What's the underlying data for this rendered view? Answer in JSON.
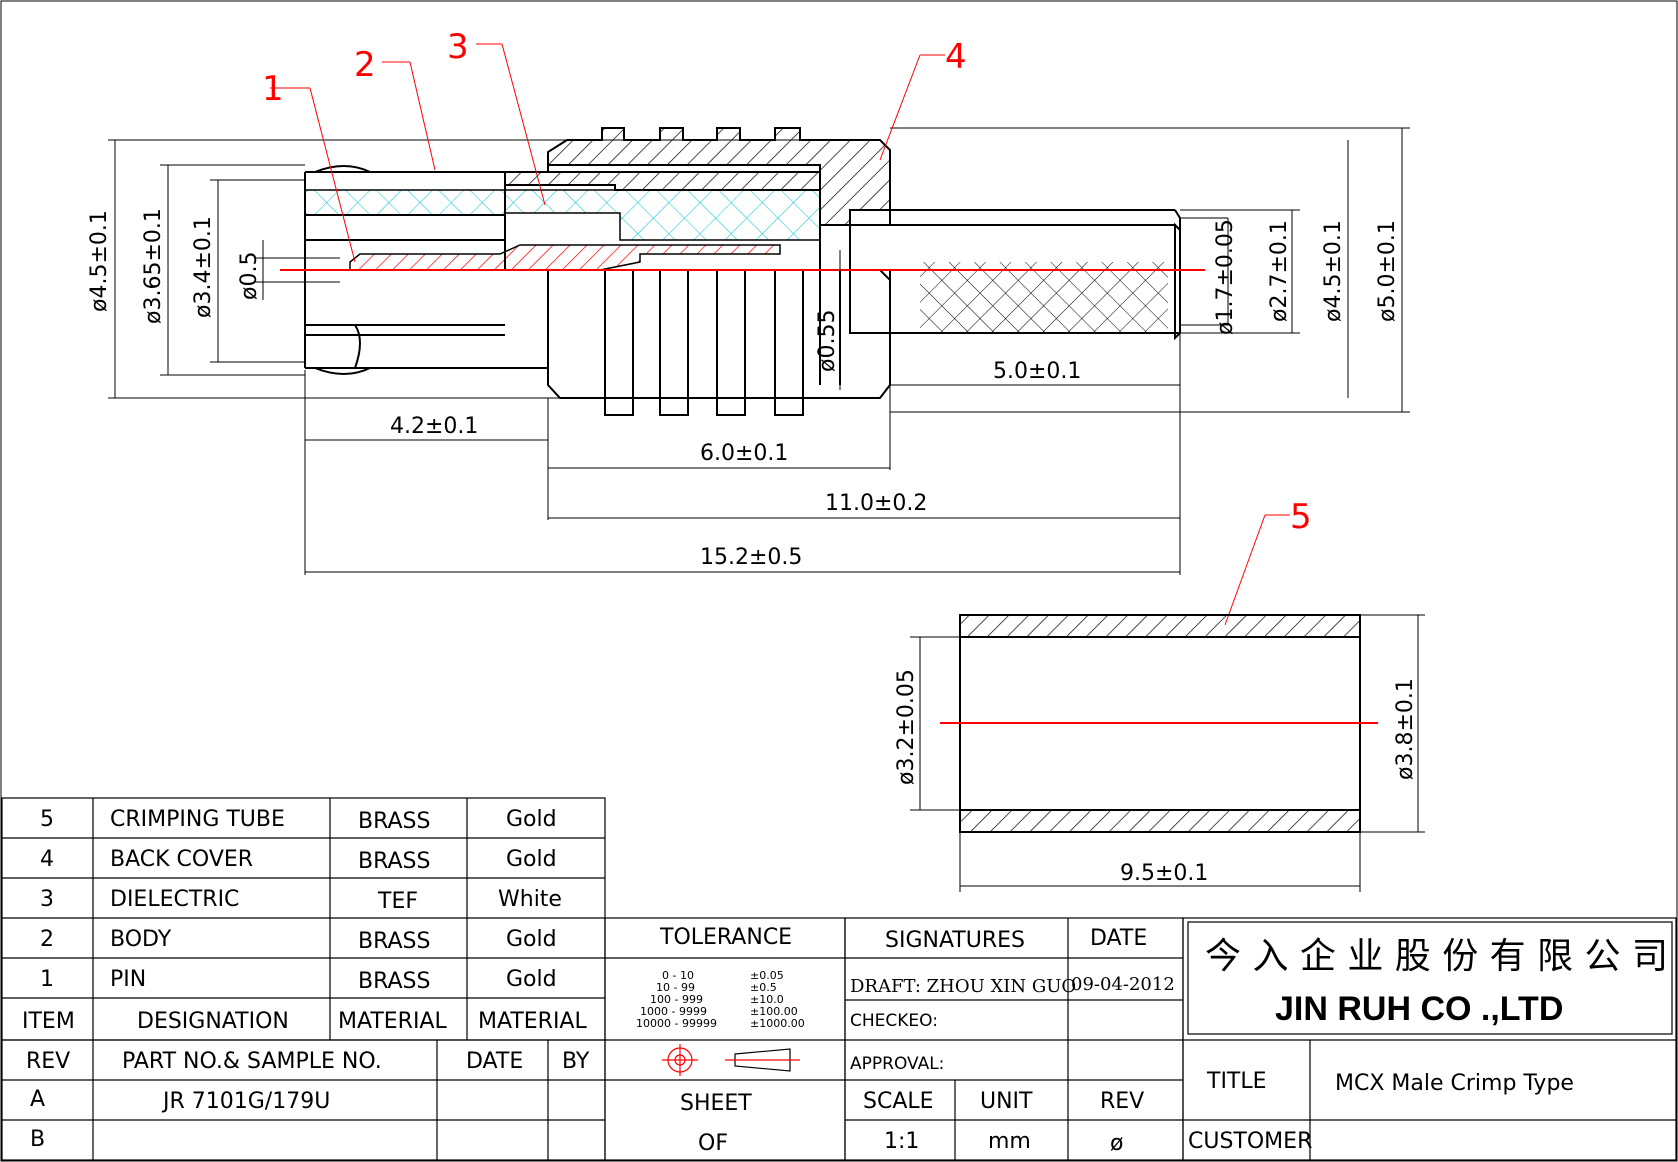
{
  "callouts": [
    "1",
    "2",
    "3",
    "4",
    "5"
  ],
  "dimensions": {
    "d45": "ø4.5±0.1",
    "d365": "ø3.65±0.1",
    "d34": "ø3.4±0.1",
    "d05": "ø0.5",
    "d055": "ø0.55",
    "d17": "ø1.7±0.05",
    "d27": "ø2.7±0.1",
    "d45r": "ø4.5±0.1",
    "d50": "ø5.0±0.1",
    "l50": "5.0±0.1",
    "l42": "4.2±0.1",
    "l60": "6.0±0.1",
    "l110": "11.0±0.2",
    "l152": "15.2±0.5",
    "d32": "ø3.2±0.05",
    "d38": "ø3.8±0.1",
    "l95": "9.5±0.1"
  },
  "bom": {
    "rows": [
      {
        "item": "5",
        "designation": "CRIMPING  TUBE",
        "material": "BRASS",
        "finish": "Gold"
      },
      {
        "item": "4",
        "designation": "BACK  COVER",
        "material": "BRASS",
        "finish": "Gold"
      },
      {
        "item": "3",
        "designation": "DIELECTRIC",
        "material": "TEF",
        "finish": "White"
      },
      {
        "item": "2",
        "designation": "BODY",
        "material": "BRASS",
        "finish": "Gold"
      },
      {
        "item": "1",
        "designation": "PIN",
        "material": "BRASS",
        "finish": "Gold"
      }
    ],
    "header": {
      "item": "ITEM",
      "designation": "DESIGNATION",
      "material": "MATERIAL",
      "finish": "MATERIAL"
    }
  },
  "revisions": {
    "header": {
      "rev": "REV",
      "part": "PART  NO.& SAMPLE  NO.",
      "date": "DATE",
      "by": "BY"
    },
    "rows": [
      {
        "rev": "A",
        "part": "JR  7101G/179U"
      },
      {
        "rev": "B",
        "part": ""
      }
    ]
  },
  "tolerance": {
    "title": "TOLERANCE",
    "ranges": [
      "0  -  10",
      "10  -  99",
      "100  -  999",
      "1000  -  9999",
      "10000  -  99999"
    ],
    "values": [
      "±0.05",
      "±0.5",
      "±10.0",
      "±100.00",
      "±1000.00"
    ]
  },
  "sheet": {
    "sheet": "SHEET",
    "of": "OF"
  },
  "signatures": {
    "title": "SIGNATURES",
    "date_label": "DATE",
    "draft": "DRAFT: ZHOU  XIN  GUO",
    "draft_date": "09-04-2012",
    "checked": "CHECKEO:",
    "approval": "APPROVAL:"
  },
  "scale": {
    "scale_label": "SCALE",
    "scale": "1:1",
    "unit_label": "UNIT",
    "unit": "mm",
    "rev_label": "REV",
    "rev": "ø"
  },
  "company": {
    "chinese": "今 入 企 业 股 份 有 限 公 司",
    "english": "JIN  RUH  CO .,LTD"
  },
  "title_block": {
    "title_label": "TITLE",
    "title": "MCX  Male  Crimp  Type",
    "customer_label": "CUSTOMER",
    "customer": ""
  },
  "colors": {
    "callout": "#ff0000",
    "dielectric": "#00c8d8",
    "line": "#000000"
  }
}
